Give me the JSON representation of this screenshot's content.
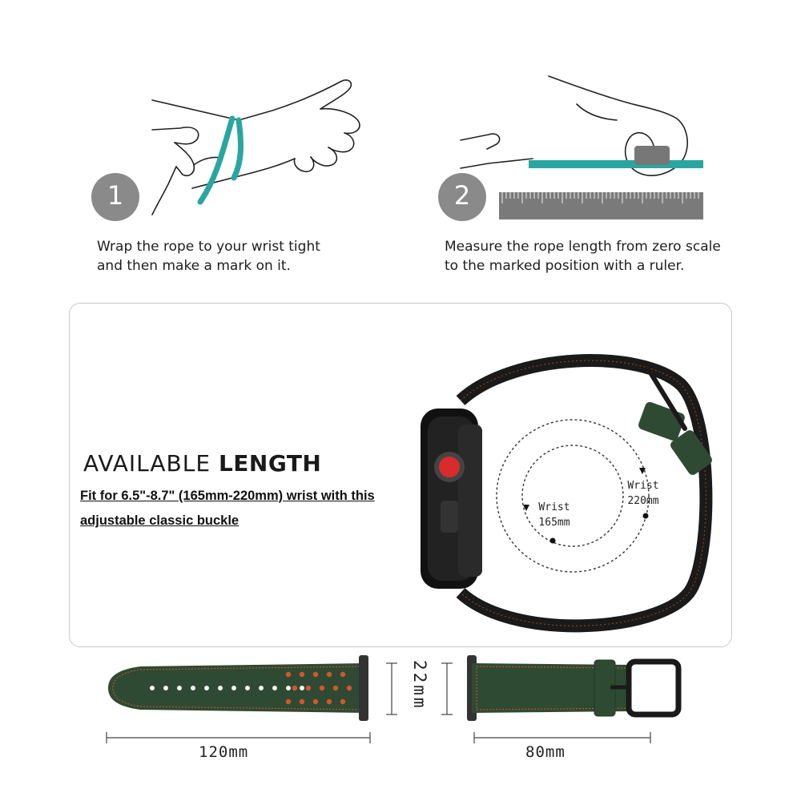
{
  "steps": [
    {
      "number": "1",
      "line1": "Wrap the rope to your wrist tight",
      "line2": "and then make a mark on it."
    },
    {
      "number": "2",
      "line1": "Measure the rope length from zero scale",
      "line2": "to the marked position with a ruler."
    }
  ],
  "available": {
    "title_light": "AVAILABLE ",
    "title_bold": "LENGTH",
    "fit_line1": "Fit for 6.5\"-8.7\" (165mm-220mm) wrist with this",
    "fit_line2": "adjustable classic buckle"
  },
  "wrist_small": {
    "line1": "Wrist",
    "line2": "165mm"
  },
  "wrist_large": {
    "line1": "Wrist",
    "line2": "220mm"
  },
  "dimensions": {
    "long_strap": "120mm",
    "short_strap": "80mm",
    "width": "22mm"
  },
  "colors": {
    "rope": "#2aa6a0",
    "strap": "#2f4a33",
    "stitch": "#d9542b",
    "badge": "#8a8a8a",
    "crown": "#d92b2b"
  }
}
